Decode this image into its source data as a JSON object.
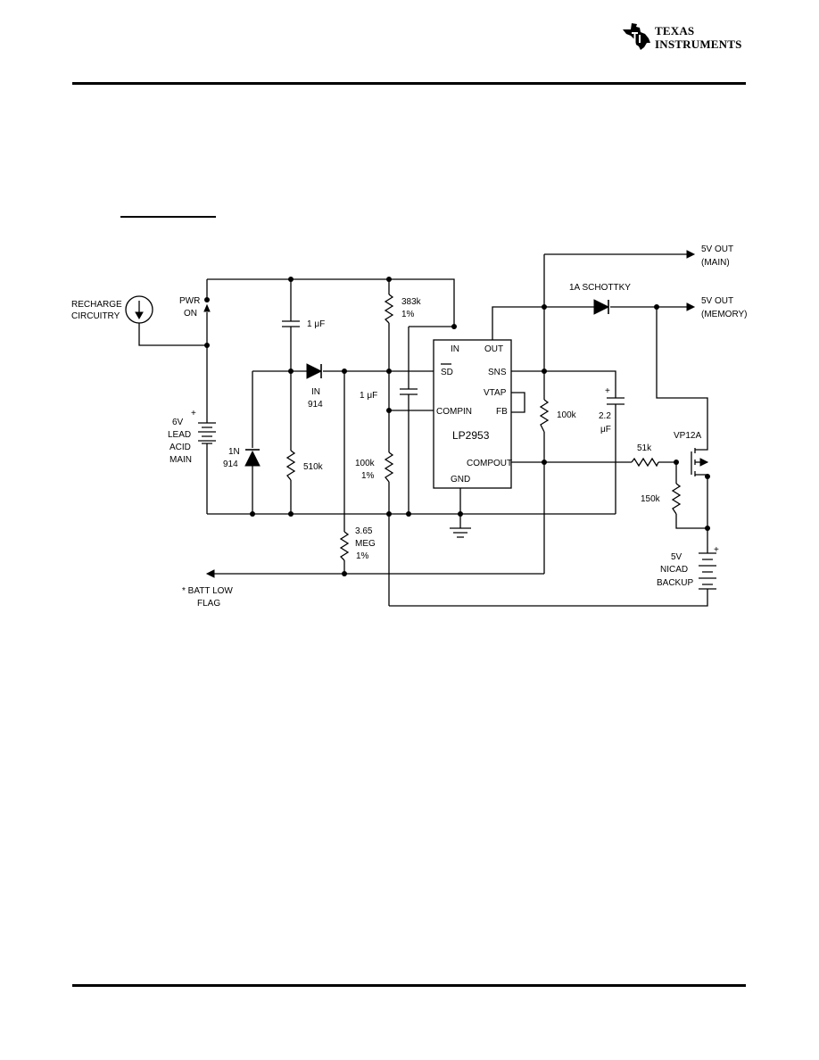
{
  "header": {
    "logo": {
      "line1": "TEXAS",
      "line2": "INSTRUMENTS"
    }
  },
  "schematic": {
    "labels": {
      "recharge": [
        "RECHARGE",
        "CIRCUITRY"
      ],
      "pwr_on": [
        "PWR",
        "ON"
      ],
      "c1": "1 μF",
      "r383": [
        "383k",
        "1%"
      ],
      "ic_in": "IN",
      "ic_out": "OUT",
      "ic_sd": "SD",
      "ic_sns": "SNS",
      "ic_vtap": "VTAP",
      "ic_compin": "COMPIN",
      "ic_fb": "FB",
      "ic_part": "LP2953",
      "ic_compout": "COMPOUT",
      "ic_gnd": "GND",
      "d_in914": [
        "IN",
        "914"
      ],
      "battery_main": [
        "6V",
        "LEAD",
        "ACID",
        "MAIN"
      ],
      "d_1n914": [
        "1N",
        "914"
      ],
      "r510": "510k",
      "c2": "1 μF",
      "r100_1pct": [
        "100k",
        "1%"
      ],
      "r100k": "100k",
      "c22": [
        "2.2",
        "μF"
      ],
      "r365": [
        "3.65",
        "MEG",
        "1%"
      ],
      "batt_low": [
        "* BATT LOW",
        "FLAG"
      ],
      "out_main": [
        "5V OUT",
        "(MAIN)"
      ],
      "out_memory": [
        "5V OUT",
        "(MEMORY)"
      ],
      "schottky": "1A SCHOTTKY",
      "mosfet": "VP12A",
      "r51k": "51k",
      "r150k": "150k",
      "backup": [
        "5V",
        "NICAD",
        "BACKUP"
      ],
      "plus": "+"
    }
  }
}
